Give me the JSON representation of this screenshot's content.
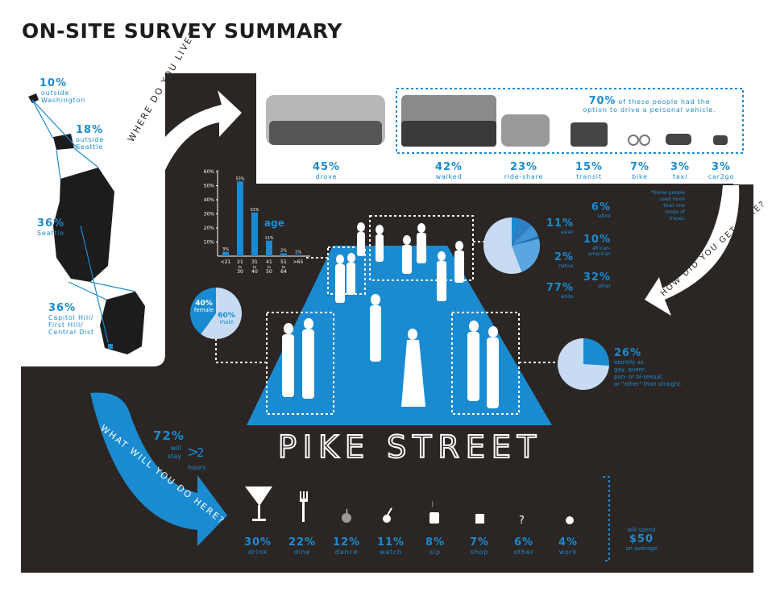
{
  "title": "ON-SITE SURVEY SUMMARY",
  "where_live": {
    "prompt": "WHERE DO YOU LIVE?",
    "outside_washington": {
      "pct": "10%",
      "label_line1": "outside",
      "label_line2": "Washington"
    },
    "outside_seattle": {
      "pct": "18%",
      "label_line1": "outside",
      "label_line2": "Seattle"
    },
    "seattle": {
      "pct": "36%",
      "label": "Seattle"
    },
    "capitol_hill": {
      "pct": "36%",
      "label_line1": "Capitol Hill/",
      "label_line2": "First Hill/",
      "label_line3": "Central Dist"
    }
  },
  "how_get_here": {
    "prompt": "HOW DID YOU GET HERE?",
    "option_note_pct": "70%",
    "option_note_line1": "of these people had the",
    "option_note_line2": "option to drive a personal vehicle.",
    "multi_mode_note": [
      "*Some people",
      "used more",
      "than one",
      "mode of",
      "travel."
    ],
    "modes": [
      {
        "pct": "45%",
        "label": "drove"
      },
      {
        "pct": "42%",
        "label": "walked"
      },
      {
        "pct": "23%",
        "label": "ride-share"
      },
      {
        "pct": "15%",
        "label": "transit"
      },
      {
        "pct": "7%",
        "label": "bike"
      },
      {
        "pct": "3%",
        "label": "taxi"
      },
      {
        "pct": "3%",
        "label": "car2go"
      }
    ]
  },
  "age": {
    "title": "age",
    "chart_data": {
      "type": "bar",
      "categories": [
        "<21",
        "21 to 30",
        "31 to 40",
        "41 to 50",
        "51 to 64",
        ">65"
      ],
      "tick_line1": [
        "<21",
        "21",
        "31",
        "41",
        "51",
        ">65"
      ],
      "tick_line2": [
        "",
        "to",
        "to",
        "to",
        "to",
        ""
      ],
      "tick_line3": [
        "",
        "30",
        "40",
        "50",
        "64",
        ""
      ],
      "values": [
        3,
        53,
        31,
        11,
        2,
        1
      ],
      "value_labels": [
        "3%",
        "53%",
        "31%",
        "11%",
        "2%",
        "1%"
      ],
      "yticks": [
        "60%",
        "50%",
        "40%",
        "30%",
        "20%",
        "10%"
      ],
      "ylim": [
        0,
        60
      ]
    }
  },
  "gender": {
    "female_pct": "40%",
    "female_label": "female",
    "male_pct": "60%",
    "male_label": "male",
    "female_value": 40
  },
  "ethnicity": {
    "items": [
      {
        "pct": "6%",
        "label": "latino",
        "value": 6
      },
      {
        "pct": "11%",
        "label": "asian",
        "value": 11
      },
      {
        "pct": "10%",
        "label_line1": "african-",
        "label_line2": "american",
        "value": 10
      },
      {
        "pct": "2%",
        "label": "native",
        "value": 2
      },
      {
        "pct": "32%",
        "label": "other",
        "value": 32
      },
      {
        "pct": "77%",
        "label": "white",
        "value": 77
      }
    ]
  },
  "orientation": {
    "pct": "26%",
    "value": 26,
    "lines": [
      "identify as",
      "gay, queer,",
      "pan- or bi-sexual,",
      "or \"other\" than straight."
    ]
  },
  "street": "PIKE STREET",
  "activities": {
    "prompt": "WHAT WILL YOU DO HERE?",
    "stay": {
      "pct": "72%",
      "will": "will",
      "stay": "stay",
      "sign": ">",
      "num": "2",
      "unit": "hours"
    },
    "items": [
      {
        "pct": "30%",
        "label": "drink",
        "icon": "martini-icon"
      },
      {
        "pct": "22%",
        "label": "dine",
        "icon": "fork-icon"
      },
      {
        "pct": "12%",
        "label": "dance",
        "icon": "disco-ball-icon"
      },
      {
        "pct": "11%",
        "label": "watch",
        "icon": "guitar-icon"
      },
      {
        "pct": "8%",
        "label": "sip",
        "icon": "coffee-icon"
      },
      {
        "pct": "7%",
        "label": "shop",
        "icon": "shopping-bag-icon"
      },
      {
        "pct": "6%",
        "label": "other",
        "icon": "question-icon"
      },
      {
        "pct": "4%",
        "label": "work",
        "icon": "gear-icon"
      }
    ],
    "spend": {
      "line1": "will spend",
      "amount": "$50",
      "line2": "on average"
    }
  },
  "colors": {
    "dark": "#2b2624",
    "blue": "#1b8bd1",
    "light_blue": "#c7dcf2",
    "title": "#1d1b1b"
  }
}
